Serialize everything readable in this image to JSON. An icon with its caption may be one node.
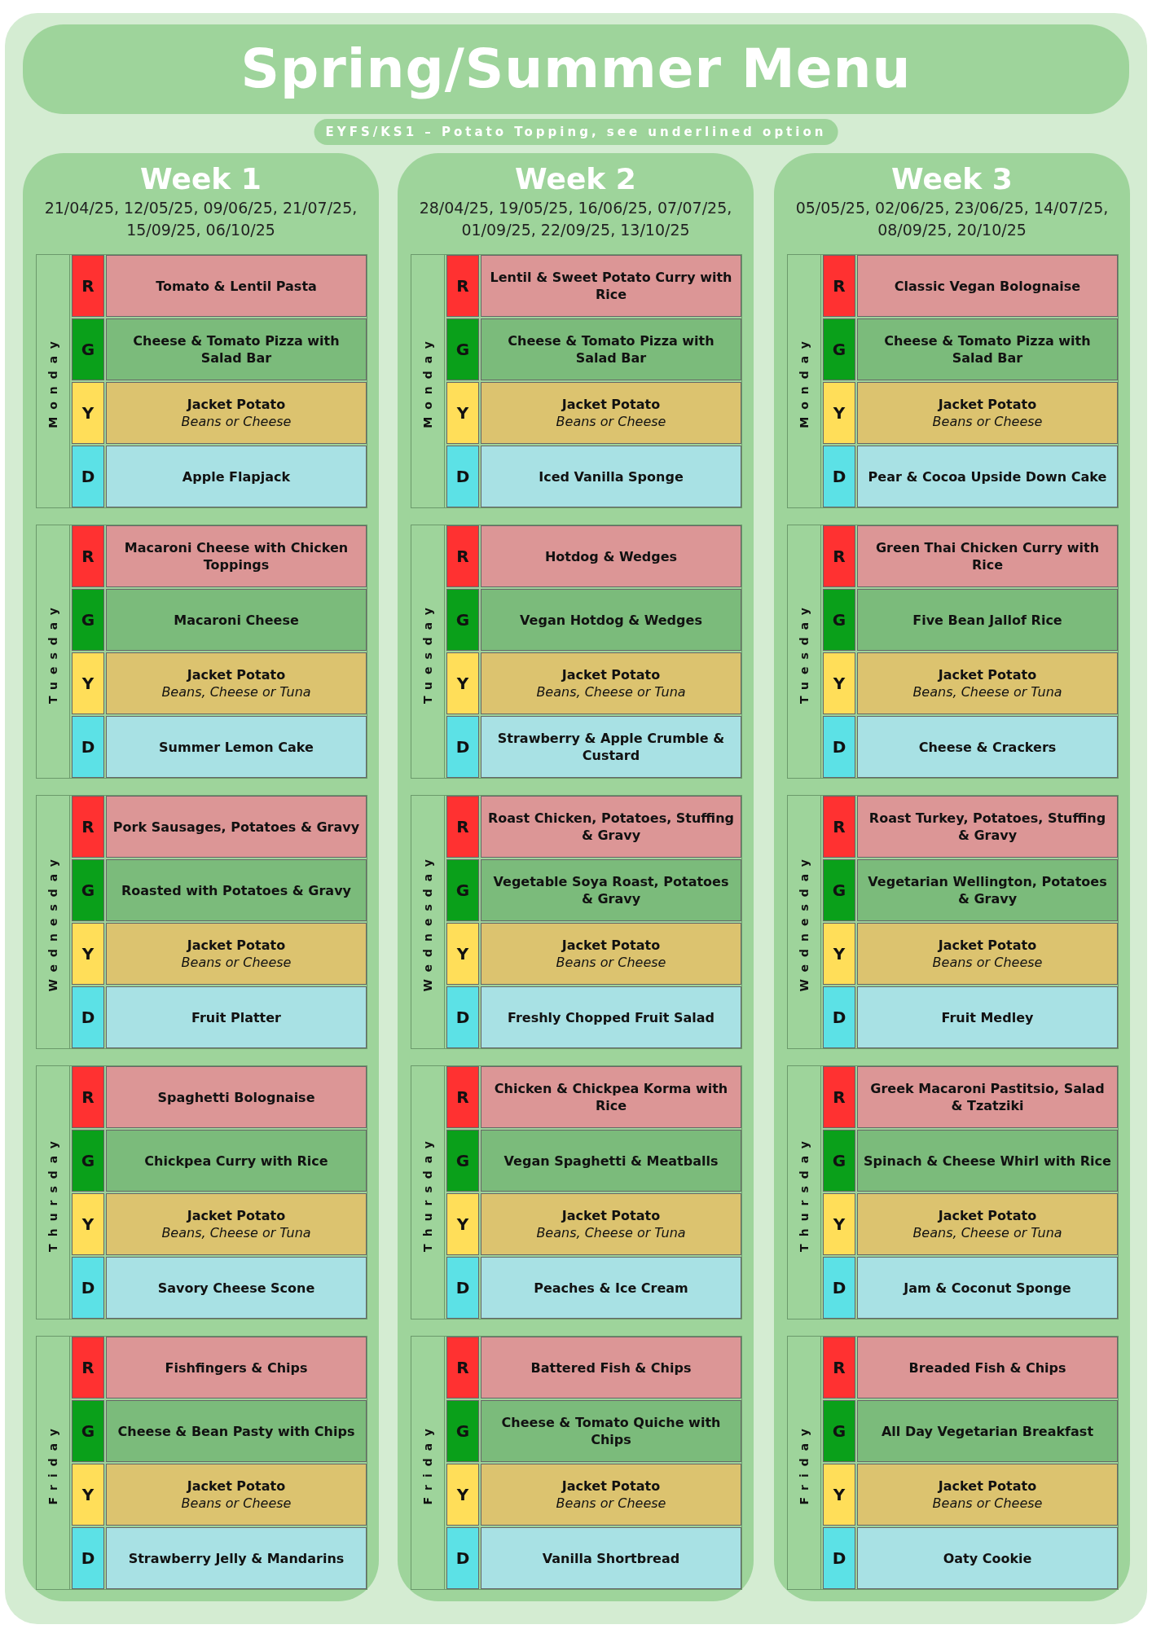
{
  "diagram": {
    "title": "Spring/Summer Menu",
    "nodes": [
      {
        "text": [
          "EYFS/KS1 – Potato Topping, see underlined option"
        ]
      },
      {
        "text": [
          "Week 1",
          "21/04/25, 12/05/25, 09/06/25, 21/07/25, 15/09/25, 06/10/25"
        ]
      },
      {
        "text": [
          "Monday"
        ],
        "in": 1
      },
      {
        "text": [
          "R"
        ],
        "in": 2
      },
      {
        "text": [
          "Tomato & Lentil Pasta"
        ],
        "in": 2
      },
      {
        "text": [
          "G"
        ],
        "in": 2
      },
      {
        "text": [
          "Cheese & Tomato Pizza with Salad Bar"
        ],
        "in": 2
      },
      {
        "text": [
          "Y"
        ],
        "in": 2
      },
      {
        "text": [
          "Jacket Potato",
          "Beans or Cheese"
        ],
        "in": 2
      },
      {
        "text": [
          "D"
        ],
        "in": 2
      },
      {
        "text": [
          "Apple Flapjack"
        ],
        "in": 2
      },
      {
        "text": [
          "Tuesday"
        ],
        "in": 1
      },
      {
        "text": [
          "R"
        ],
        "in": 11
      },
      {
        "text": [
          "Macaroni Cheese with Chicken Toppings"
        ],
        "in": 11
      },
      {
        "text": [
          "G"
        ],
        "in": 11
      },
      {
        "text": [
          "Macaroni Cheese"
        ],
        "in": 11
      },
      {
        "text": [
          "Y"
        ],
        "in": 11
      },
      {
        "text": [
          "Jacket Potato",
          "Beans, Cheese or Tuna"
        ],
        "in": 11
      },
      {
        "text": [
          "D"
        ],
        "in": 11
      },
      {
        "text": [
          "Summer Lemon Cake"
        ],
        "in": 11
      },
      {
        "text": [
          "Wednesday"
        ],
        "in": 1
      },
      {
        "text": [
          "R"
        ],
        "in": 20
      },
      {
        "text": [
          "Pork Sausages, Potatoes & Gravy"
        ],
        "in": 20
      },
      {
        "text": [
          "G"
        ],
        "in": 20
      },
      {
        "text": [
          "Roasted with Potatoes & Gravy"
        ],
        "in": 20
      },
      {
        "text": [
          "Y"
        ],
        "in": 20
      },
      {
        "text": [
          "Jacket Potato",
          "Beans or Cheese"
        ],
        "in": 20
      },
      {
        "text": [
          "D"
        ],
        "in": 20
      },
      {
        "text": [
          "Fruit Platter"
        ],
        "in": 20
      },
      {
        "text": [
          "Thursday"
        ],
        "in": 1
      },
      {
        "text": [
          "R"
        ],
        "in": 29
      },
      {
        "text": [
          "Spaghetti Bolognaise"
        ],
        "in": 29
      },
      {
        "text": [
          "G"
        ],
        "in": 29
      },
      {
        "text": [
          "Chickpea Curry with Rice"
        ],
        "in": 29
      },
      {
        "text": [
          "Y"
        ],
        "in": 29
      },
      {
        "text": [
          "Jacket Potato",
          "Beans, Cheese or Tuna"
        ],
        "in": 29
      },
      {
        "text": [
          "D"
        ],
        "in": 29
      },
      {
        "text": [
          "Savory Cheese Scone"
        ],
        "in": 29
      },
      {
        "text": [
          "Friday"
        ],
        "in": 1
      },
      {
        "text": [
          "R"
        ],
        "in": 38
      },
      {
        "text": [
          "Fishfingers & Chips"
        ],
        "in": 38
      },
      {
        "text": [
          "G"
        ],
        "in": 38
      },
      {
        "text": [
          "Cheese & Bean Pasty with Chips"
        ],
        "in": 38
      },
      {
        "text": [
          "Y"
        ],
        "in": 38
      },
      {
        "text": [
          "Jacket Potato",
          "Beans or Cheese"
        ],
        "in": 38
      },
      {
        "text": [
          "D"
        ],
        "in": 38
      },
      {
        "text": [
          "Strawberry Jelly & Mandarins"
        ],
        "in": 38
      },
      {
        "text": [
          "Week 2",
          "28/04/25, 19/05/25, 16/06/25, 07/07/25, 01/09/25, 22/09/25, 13/10/25"
        ]
      },
      {
        "text": [
          "Monday"
        ],
        "in": 47
      },
      {
        "text": [
          "R"
        ],
        "in": 48
      },
      {
        "text": [
          "Lentil & Sweet Potato Curry with Rice"
        ],
        "in": 48
      },
      {
        "text": [
          "G"
        ],
        "in": 48
      },
      {
        "text": [
          "Cheese & Tomato Pizza with Salad Bar"
        ],
        "in": 48
      },
      {
        "text": [
          "Y"
        ],
        "in": 48
      },
      {
        "text": [
          "Jacket Potato",
          "Beans or Cheese"
        ],
        "in": 48
      },
      {
        "text": [
          "D"
        ],
        "in": 48
      },
      {
        "text": [
          "Iced Vanilla Sponge"
        ],
        "in": 48
      },
      {
        "text": [
          "Tuesday"
        ],
        "in": 47
      },
      {
        "text": [
          "R"
        ],
        "in": 57
      },
      {
        "text": [
          "Hotdog & Wedges"
        ],
        "in": 57
      },
      {
        "text": [
          "G"
        ],
        "in": 57
      },
      {
        "text": [
          "Vegan Hotdog & Wedges"
        ],
        "in": 57
      },
      {
        "text": [
          "Y"
        ],
        "in": 57
      },
      {
        "text": [
          "Jacket Potato",
          "Beans, Cheese or Tuna"
        ],
        "in": 57
      },
      {
        "text": [
          "D"
        ],
        "in": 57
      },
      {
        "text": [
          "Strawberry & Apple Crumble & Custard"
        ],
        "in": 57
      },
      {
        "text": [
          "Wednesday"
        ],
        "in": 47
      },
      {
        "text": [
          "R"
        ],
        "in": 66
      },
      {
        "text": [
          "Roast Chicken, Potatoes, Stuffing & Gravy"
        ],
        "in": 66
      },
      {
        "text": [
          "G"
        ],
        "in": 66
      },
      {
        "text": [
          "Vegetable Soya Roast, Potatoes & Gravy"
        ],
        "in": 66
      },
      {
        "text": [
          "Y"
        ],
        "in": 66
      },
      {
        "text": [
          "Jacket Potato",
          "Beans or Cheese"
        ],
        "in": 66
      },
      {
        "text": [
          "D"
        ],
        "in": 66
      },
      {
        "text": [
          "Freshly Chopped Fruit Salad"
        ],
        "in": 66
      },
      {
        "text": [
          "Thursday"
        ],
        "in": 47
      },
      {
        "text": [
          "R"
        ],
        "in": 75
      },
      {
        "text": [
          "Chicken & Chickpea Korma with Rice"
        ],
        "in": 75
      },
      {
        "text": [
          "G"
        ],
        "in": 75
      },
      {
        "text": [
          "Vegan Spaghetti & Meatballs"
        ],
        "in": 75
      },
      {
        "text": [
          "Y"
        ],
        "in": 75
      },
      {
        "text": [
          "Jacket Potato",
          "Beans, Cheese or Tuna"
        ],
        "in": 75
      },
      {
        "text": [
          "D"
        ],
        "in": 75
      },
      {
        "text": [
          "Peaches & Ice Cream"
        ],
        "in": 75
      },
      {
        "text": [
          "Friday"
        ],
        "in": 47
      },
      {
        "text": [
          "R"
        ],
        "in": 84
      },
      {
        "text": [
          "Battered Fish & Chips"
        ],
        "in": 84
      },
      {
        "text": [
          "G"
        ],
        "in": 84
      },
      {
        "text": [
          "Cheese & Tomato Quiche with Chips"
        ],
        "in": 84
      },
      {
        "text": [
          "Y"
        ],
        "in": 84
      },
      {
        "text": [
          "Jacket Potato",
          "Beans or Cheese"
        ],
        "in": 84
      },
      {
        "text": [
          "D"
        ],
        "in": 84
      },
      {
        "text": [
          "Vanilla Shortbread"
        ],
        "in": 84
      },
      {
        "text": [
          "Week 3",
          "05/05/25, 02/06/25, 23/06/25, 14/07/25, 08/09/25, 20/10/25"
        ]
      },
      {
        "text": [
          "Monday"
        ],
        "in": 93
      },
      {
        "text": [
          "R"
        ],
        "in": 94
      },
      {
        "text": [
          "Classic Vegan Bolognaise"
        ],
        "in": 94
      },
      {
        "text": [
          "G"
        ],
        "in": 94
      },
      {
        "text": [
          "Cheese & Tomato Pizza with Salad Bar"
        ],
        "in": 94
      },
      {
        "text": [
          "Y"
        ],
        "in": 94
      },
      {
        "text": [
          "Jacket Potato",
          "Beans or Cheese"
        ],
        "in": 94
      },
      {
        "text": [
          "D"
        ],
        "in": 94
      },
      {
        "text": [
          "Pear & Cocoa Upside Down Cake"
        ],
        "in": 94
      },
      {
        "text": [
          "Tuesday"
        ],
        "in": 93
      },
      {
        "text": [
          "R"
        ],
        "in": 103
      },
      {
        "text": [
          "Green Thai Chicken Curry with Rice"
        ],
        "in": 103
      },
      {
        "text": [
          "G"
        ],
        "in": 103
      },
      {
        "text": [
          "Five Bean Jallof Rice"
        ],
        "in": 103
      },
      {
        "text": [
          "Y"
        ],
        "in": 103
      },
      {
        "text": [
          "Jacket Potato",
          "Beans, Cheese or Tuna"
        ],
        "in": 103
      },
      {
        "text": [
          "D"
        ],
        "in": 103
      },
      {
        "text": [
          "Cheese & Crackers"
        ],
        "in": 103
      },
      {
        "text": [
          "Wednesday"
        ],
        "in": 93
      },
      {
        "text": [
          "R"
        ],
        "in": 112
      },
      {
        "text": [
          "Roast Turkey, Potatoes, Stuffing & Gravy"
        ],
        "in": 112
      },
      {
        "text": [
          "G"
        ],
        "in": 112
      },
      {
        "text": [
          "Vegetarian Wellington, Potatoes & Gravy"
        ],
        "in": 112
      },
      {
        "text": [
          "Y"
        ],
        "in": 112
      },
      {
        "text": [
          "Jacket Potato",
          "Beans or Cheese"
        ],
        "in": 112
      },
      {
        "text": [
          "D"
        ],
        "in": 112
      },
      {
        "text": [
          "Fruit Medley"
        ],
        "in": 112
      },
      {
        "text": [
          "Thursday"
        ],
        "in": 93
      },
      {
        "text": [
          "R"
        ],
        "in": 121
      },
      {
        "text": [
          "Greek Macaroni Pastitsio, Salad & Tzatziki"
        ],
        "in": 121
      },
      {
        "text": [
          "G"
        ],
        "in": 121
      },
      {
        "text": [
          "Spinach & Cheese Whirl with Rice"
        ],
        "in": 121
      },
      {
        "text": [
          "Y"
        ],
        "in": 121
      },
      {
        "text": [
          "Jacket Potato",
          "Beans, Cheese or Tuna"
        ],
        "in": 121
      },
      {
        "text": [
          "D"
        ],
        "in": 121
      },
      {
        "text": [
          "Jam & Coconut Sponge"
        ],
        "in": 121
      },
      {
        "text": [
          "Friday"
        ],
        "in": 93
      },
      {
        "text": [
          "R"
        ],
        "in": 130
      },
      {
        "text": [
          "Breaded Fish & Chips"
        ],
        "in": 130
      },
      {
        "text": [
          "G"
        ],
        "in": 130
      },
      {
        "text": [
          "All Day Vegetarian Breakfast"
        ],
        "in": 130
      },
      {
        "text": [
          "Y"
        ],
        "in": 130
      },
      {
        "text": [
          "Jacket Potato",
          "Beans or Cheese"
        ],
        "in": 130
      },
      {
        "text": [
          "D"
        ],
        "in": 130
      },
      {
        "text": [
          "Oaty Cookie"
        ],
        "in": 130
      }
    ]
  }
}
